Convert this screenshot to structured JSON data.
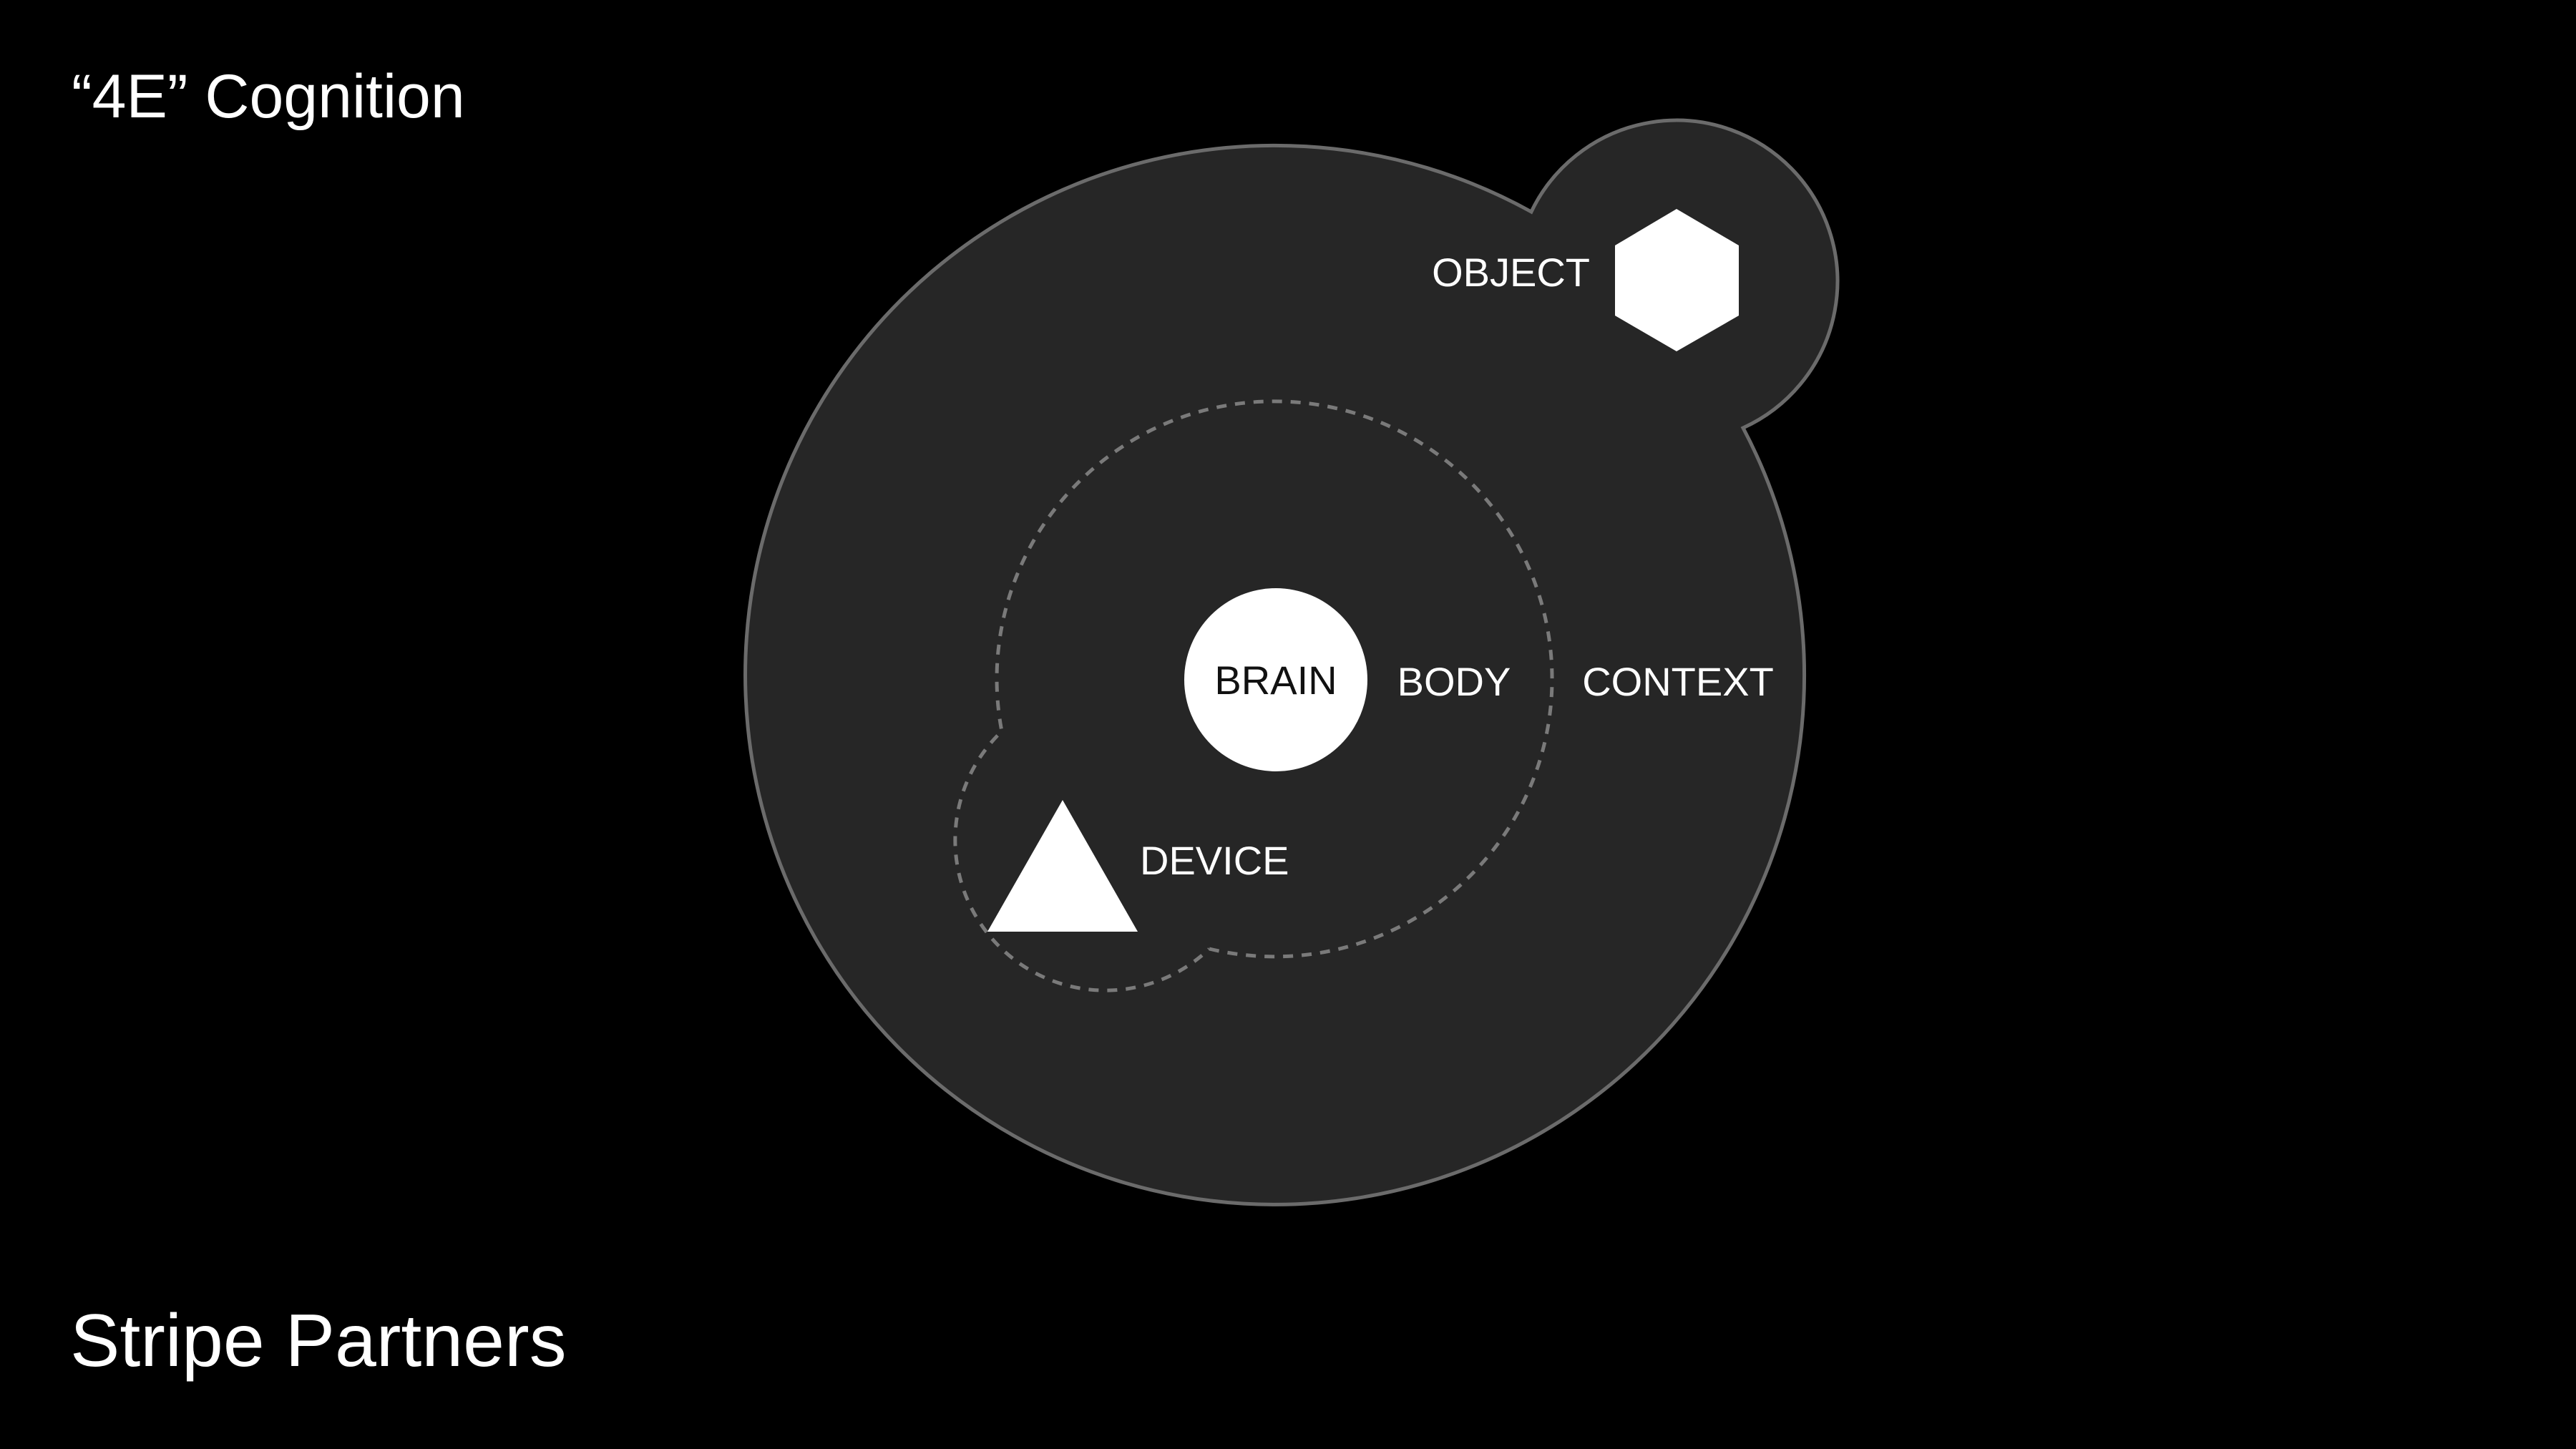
{
  "title": "“4E” Cognition",
  "brand": "Stripe Partners",
  "diagram": {
    "labels": {
      "object": "OBJECT",
      "brain": "BRAIN",
      "body": "BODY",
      "context": "CONTEXT",
      "device": "DEVICE"
    },
    "icons": {
      "object": "hexagon-icon",
      "device": "triangle-icon",
      "brain": "circle-icon"
    },
    "colors": {
      "background": "#000000",
      "context_fill": "#262626",
      "outline": "#6b6b6b",
      "dashed": "#7a7a7a",
      "foreground": "#ffffff"
    }
  }
}
